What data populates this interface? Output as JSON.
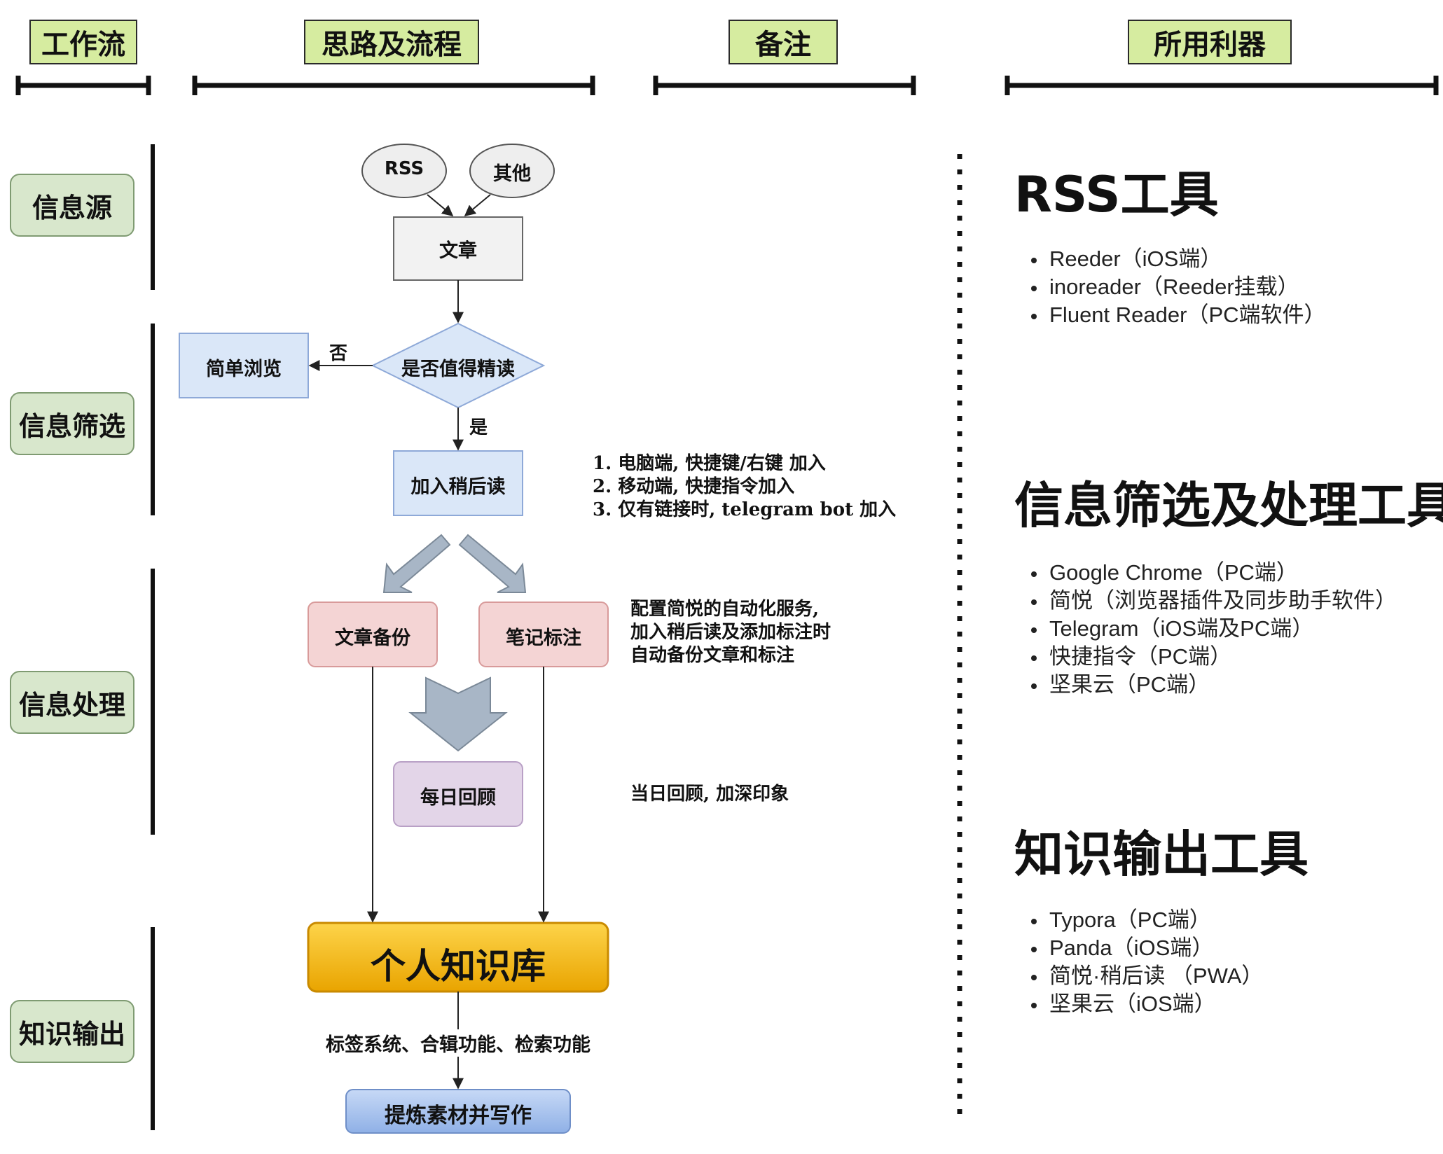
{
  "headers": {
    "workflow": "工作流",
    "process": "思路及流程",
    "notes": "备注",
    "tools": "所用利器"
  },
  "stages": [
    "信息源",
    "信息筛选",
    "信息处理",
    "知识输出"
  ],
  "flow": {
    "rss": "RSS",
    "other": "其他",
    "article": "文章",
    "simple_browse": "简单浏览",
    "worth_reading": "是否值得精读",
    "no_label": "否",
    "yes_label": "是",
    "read_later": "加入稍后读",
    "article_backup": "文章备份",
    "note_annotation": "笔记标注",
    "daily_review": "每日回顾",
    "knowledge_base": "个人知识库",
    "kb_features": "标签系统、合辑功能、检索功能",
    "writing": "提炼素材并写作"
  },
  "notes": {
    "read_later": [
      "1. 电脑端, 快捷键/右键 加入",
      "2. 移动端, 快捷指令加入",
      "3. 仅有链接时, telegram bot 加入"
    ],
    "processing": [
      "配置简悦的自动化服务,",
      "加入稍后读及添加标注时",
      "自动备份文章和标注"
    ],
    "review": "当日回顾, 加深印象"
  },
  "tools": {
    "rss": {
      "title": "RSS工具",
      "items": [
        "Reeder（iOS端）",
        "inoreader（Reeder挂载）",
        "Fluent Reader（PC端软件）"
      ]
    },
    "filter": {
      "title": "信息筛选及处理工具",
      "items": [
        "Google Chrome（PC端）",
        "简悦（浏览器插件及同步助手软件）",
        "Telegram（iOS端及PC端）",
        "快捷指令（PC端）",
        "坚果云（PC端）"
      ]
    },
    "output": {
      "title": "知识输出工具",
      "items": [
        "Typora（PC端）",
        "Panda（iOS端）",
        "简悦·稍后读 （PWA）",
        "坚果云（iOS端）"
      ]
    }
  },
  "colors": {
    "header_bg": "#d6eca0",
    "stage_bg": "#d8e7cc",
    "blue_box": "#dae7f8",
    "pink_box": "#f4d4d4",
    "purple_box": "#e3d5e8",
    "gold_box": "#f5b400"
  }
}
